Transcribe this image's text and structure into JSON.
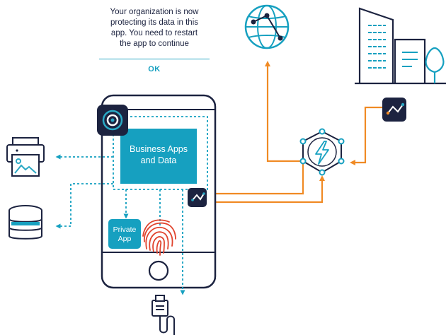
{
  "dialog": {
    "message_lines": [
      "Your organization is now",
      "protecting its data in this",
      "app. You need to restart",
      "the app to continue"
    ],
    "ok_label": "OK"
  },
  "phone": {
    "business_box_lines": [
      "Business Apps",
      "and Data"
    ],
    "private_app_lines": [
      "Private",
      "App"
    ]
  },
  "colors": {
    "navy": "#1c2340",
    "teal": "#16a0c0",
    "cyan_dot": "#2aa8c4",
    "orange": "#f08a24",
    "fingerprint": "#e0442e"
  },
  "icons": [
    "app-protection-icon",
    "printer-icon",
    "database-icon",
    "usb-cable-icon",
    "fingerprint-icon",
    "globe-icon",
    "office-building-icon",
    "secure-gateway-hub-icon",
    "connector-badge-icon"
  ]
}
